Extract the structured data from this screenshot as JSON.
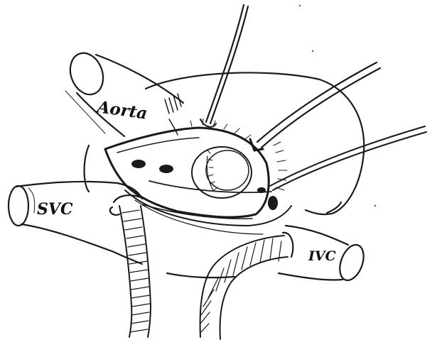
{
  "labels": {
    "aorta": "Aorta",
    "svc": "SVC",
    "ivc": "IVC"
  },
  "colors": {
    "ink": "#1a1a1a",
    "background": "#ffffff"
  }
}
